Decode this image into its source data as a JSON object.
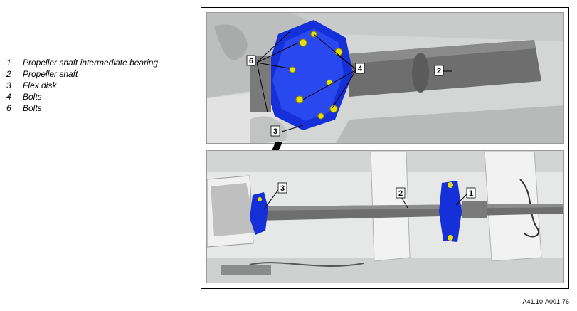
{
  "legend": [
    {
      "num": "1",
      "text": "Propeller shaft intermediate bearing"
    },
    {
      "num": "2",
      "text": "Propeller shaft"
    },
    {
      "num": "3",
      "text": "Flex disk"
    },
    {
      "num": "4",
      "text": "Bolts"
    },
    {
      "num": "6",
      "text": "Bolts"
    }
  ],
  "callouts": {
    "top": {
      "bolts_6": "6",
      "bolts_4": "4",
      "shaft_2": "2",
      "flexdisk_3": "3"
    },
    "bottom": {
      "flexdisk_3": "3",
      "shaft_2": "2",
      "bearing_1": "1"
    }
  },
  "figure_id": "A41.10-A001-76",
  "colors": {
    "flex_disk": "#1530d8",
    "bolt": "#e8e000",
    "shaft": "#6e6e6e"
  }
}
